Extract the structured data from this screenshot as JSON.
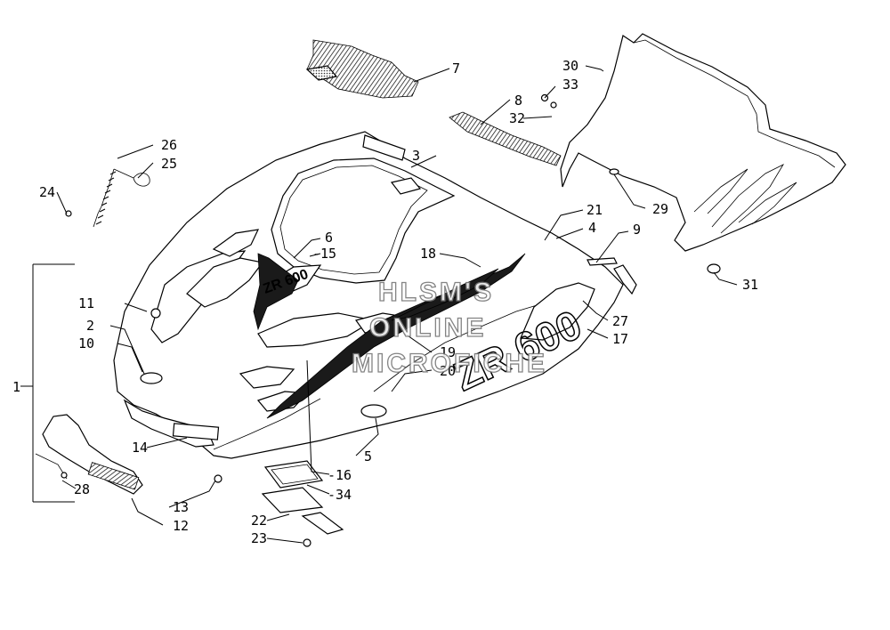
{
  "labels": {
    "l1": "1",
    "l2": "2",
    "l3": "3",
    "l4": "4",
    "l5": "5",
    "l6": "6",
    "l7": "7",
    "l8": "8",
    "l9": "9",
    "l10": "10",
    "l11": "11",
    "l12": "12",
    "l13": "13",
    "l14": "14",
    "l15": "-15",
    "l16": "-16",
    "l17": "17",
    "l18": "18",
    "l19": "19",
    "l20": "20",
    "l21": "21",
    "l22": "22",
    "l23": "23",
    "l24": "24",
    "l25": "25",
    "l26": "26",
    "l27": "27",
    "l28": "28",
    "l29": "29",
    "l30": "30",
    "l31": "31",
    "l32": "32",
    "l33": "33",
    "l34": "-34"
  },
  "watermark": {
    "line1": "HLSM'S",
    "line2": "ONLINE",
    "line3": "MICROFICHE"
  },
  "decal_text": "ZR 600"
}
